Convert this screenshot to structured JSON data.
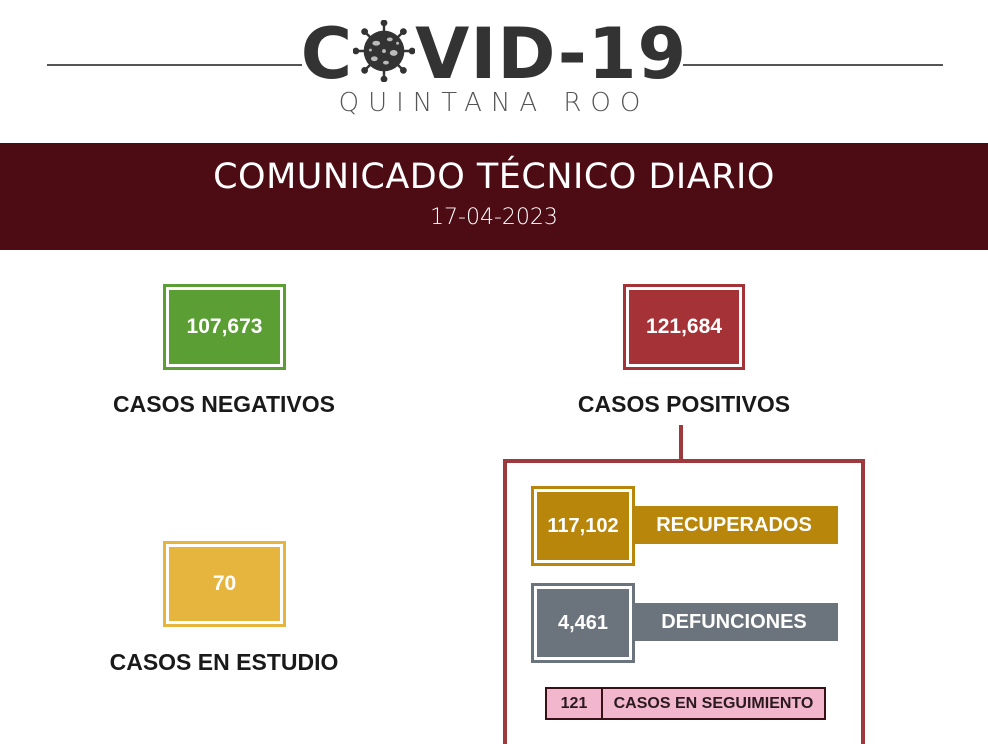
{
  "header": {
    "logo_prefix": "C",
    "logo_suffix": "VID-19",
    "subtitle": "QUINTANA ROO"
  },
  "banner": {
    "title": "COMUNICADO TÉCNICO DIARIO",
    "date": "17-04-2023"
  },
  "stats": {
    "negativos": {
      "value": "107,673",
      "label": "CASOS NEGATIVOS",
      "color": "#5a9e34"
    },
    "positivos": {
      "value": "121,684",
      "label": "CASOS POSITIVOS",
      "color": "#a43236"
    },
    "estudio": {
      "value": "70",
      "label": "CASOS EN ESTUDIO",
      "color": "#e5b53e"
    },
    "recuperados": {
      "value": "117,102",
      "label": "RECUPERADOS",
      "color": "#b8860b"
    },
    "defunciones": {
      "value": "4,461",
      "label": "DEFUNCIONES",
      "color": "#6b737c"
    },
    "seguimiento": {
      "value": "121",
      "label": "CASOS EN SEGUIMIENTO",
      "color": "#f2b6cd"
    }
  }
}
